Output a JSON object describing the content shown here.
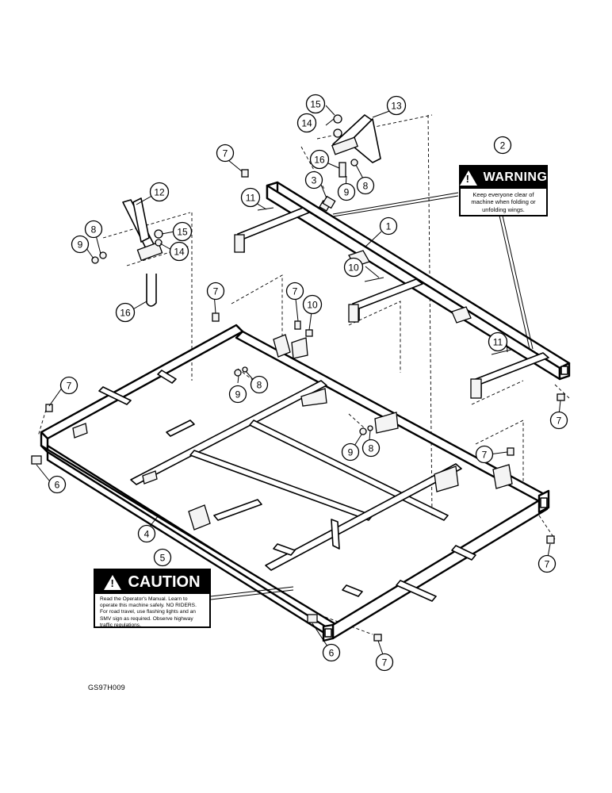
{
  "figure_code": "GS97H009",
  "warning_decal": {
    "heading": "WARNING",
    "text": "Keep everyone clear of machine when folding or unfolding wings."
  },
  "caution_decal": {
    "heading": "CAUTION",
    "text": "Read the Operator's Manual. Learn to operate this machine safely. NO RIDERS. For road travel, use flashing lights and an SMV sign as required. Observe highway traffic regulations."
  },
  "callouts": [
    "1",
    "2",
    "3",
    "4",
    "5",
    "6",
    "6",
    "7",
    "7",
    "7",
    "7",
    "7",
    "7",
    "7",
    "7",
    "8",
    "8",
    "8",
    "8",
    "9",
    "9",
    "9",
    "9",
    "10",
    "10",
    "11",
    "11",
    "12",
    "13",
    "14",
    "14",
    "15",
    "15",
    "16",
    "16"
  ],
  "colors": {
    "line": "#000000",
    "background": "#ffffff"
  }
}
